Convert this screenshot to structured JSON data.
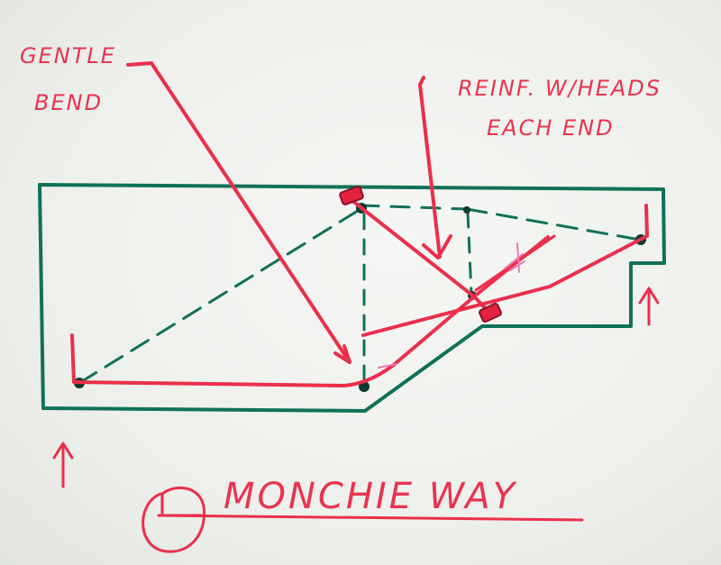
{
  "labels": {
    "gentle_bend_line1": "GENTLE",
    "gentle_bend_line2": "BEND",
    "reinf_line1": "REINF. W/HEADS",
    "reinf_line2": "EACH END",
    "title": "MONCHIE WAY"
  },
  "colors": {
    "outline": "#107158",
    "rebar": "#ea2f4b",
    "accent": "#e87ab6",
    "board": "#f1f2ef"
  }
}
